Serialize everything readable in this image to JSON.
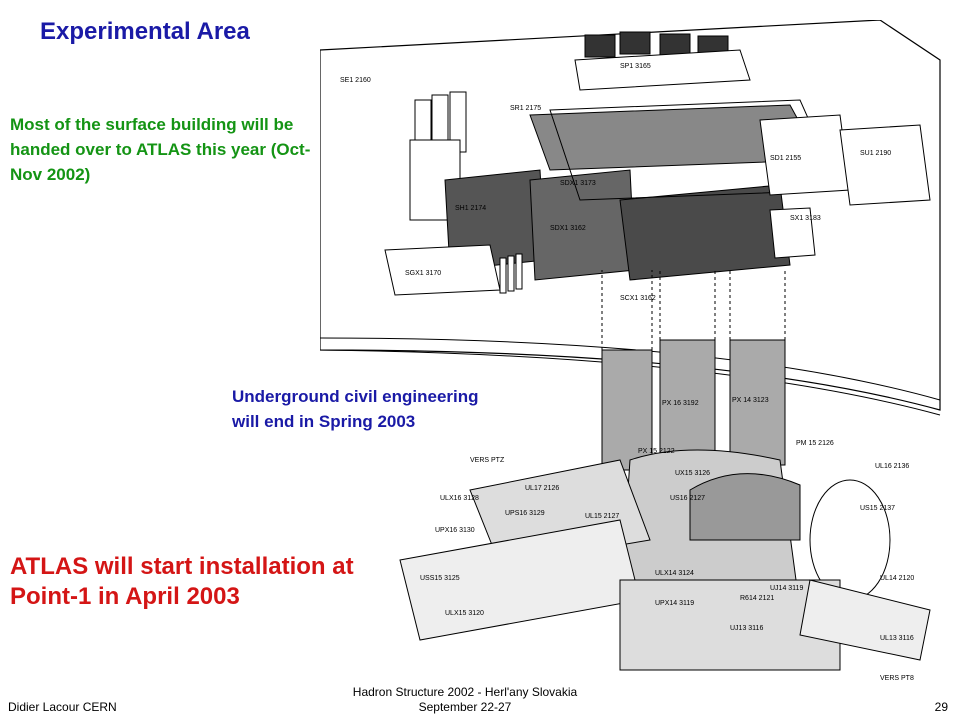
{
  "title": "Experimental Area",
  "notes": {
    "surface": "Most of the surface building will be handed over to ATLAS this year (Oct-Nov 2002)",
    "underground": "Underground civil engineering will end in Spring 2003",
    "installation": "ATLAS will start installation at Point-1 in April 2003"
  },
  "footer": {
    "left": "Didier Lacour CERN",
    "center_line1": "Hadron Structure 2002 - Herl'any Slovakia",
    "center_line2": "September 22-27",
    "page_number": "29"
  },
  "colors": {
    "title": "#1a1aa6",
    "surface_note": "#149414",
    "underground_note": "#1a1aa6",
    "installation_note": "#d41515"
  },
  "diagram_labels": {
    "sp1": "SP1 3165",
    "se1": "SE1 2160",
    "sr1": "SR1 2175",
    "sdx_top": "SDX1 3173",
    "sh1": "SH1 2174",
    "sd1": "SD1 2155",
    "su1": "SU1 2190",
    "sx1": "SX1 3183",
    "sdx": "SDX1 3162",
    "scx": "SCX1 3162",
    "sgx": "SGX1 3170",
    "px16": "PX 16 3192",
    "px14": "PX 14 3123",
    "pm15": "PM 15 2126",
    "px15": "PX 15 2122",
    "ul16": "UL16 2136",
    "ux15": "UX15 3126",
    "us15": "US15 2137",
    "ul14": "UL14 2120",
    "us16": "US16 2127",
    "ulx16": "ULX16 3128",
    "ups16": "UPS16 3129",
    "upx16": "UPX16 3130",
    "uss15": "USS15 3125",
    "ulx14": "ULX14 3124",
    "upx14": "UPX14 3119",
    "ulx15": "ULX15 3120",
    "ul13": "UL13 3116",
    "uj13": "UJ13 3116",
    "r614": "R614 2121",
    "uj14": "UJ14 3119",
    "ul17": "UL17 2126",
    "ul15": "UL15 2127",
    "vers_ptz": "VERS PTZ",
    "vers_pt8": "VERS PT8"
  }
}
